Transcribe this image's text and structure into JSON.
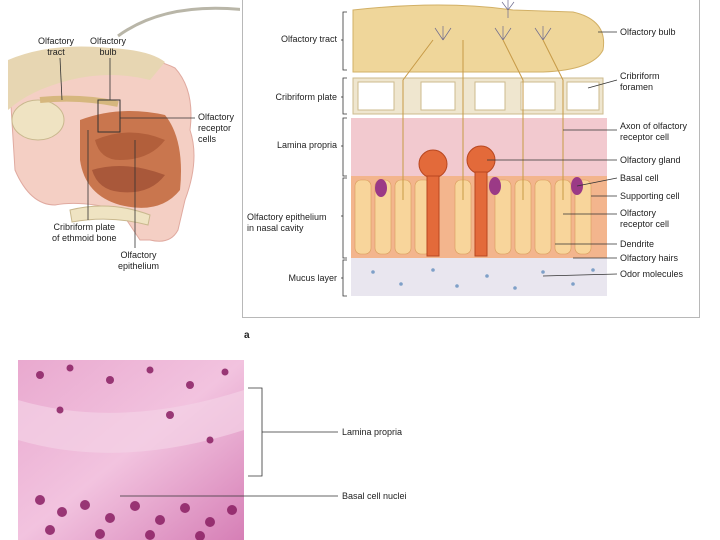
{
  "overview": {
    "labels": {
      "olfactory_tract": "Olfactory\ntract",
      "olfactory_bulb": "Olfactory\nbulb",
      "receptor_cells": "Olfactory\nreceptor\ncells",
      "cribriform_plate": "Cribriform plate\nof ethmoid bone",
      "olfactory_epithelium": "Olfactory\nepithelium"
    }
  },
  "detail": {
    "panel_letter": "a",
    "left_labels": {
      "olfactory_tract": "Olfactory tract",
      "cribriform_plate": "Cribriform plate",
      "lamina_propria": "Lamina propria",
      "olfactory_epithelium": "Olfactory epithelium\nin nasal cavity",
      "mucus_layer": "Mucus layer"
    },
    "right_labels": {
      "olfactory_bulb": "Olfactory bulb",
      "cribriform_foramen": "Cribriform\nforamen",
      "axon": "Axon of olfactory\nreceptor cell",
      "olfactory_gland": "Olfactory gland",
      "basal_cell": "Basal cell",
      "supporting_cell": "Supporting cell",
      "receptor_cell": "Olfactory\nreceptor cell",
      "dendrite": "Dendrite",
      "olfactory_hairs": "Olfactory hairs",
      "odor_molecules": "Odor molecules"
    }
  },
  "micrograph": {
    "labels": {
      "lamina_propria": "Lamina propria",
      "basal_cell_nuclei": "Basal cell nuclei"
    }
  }
}
